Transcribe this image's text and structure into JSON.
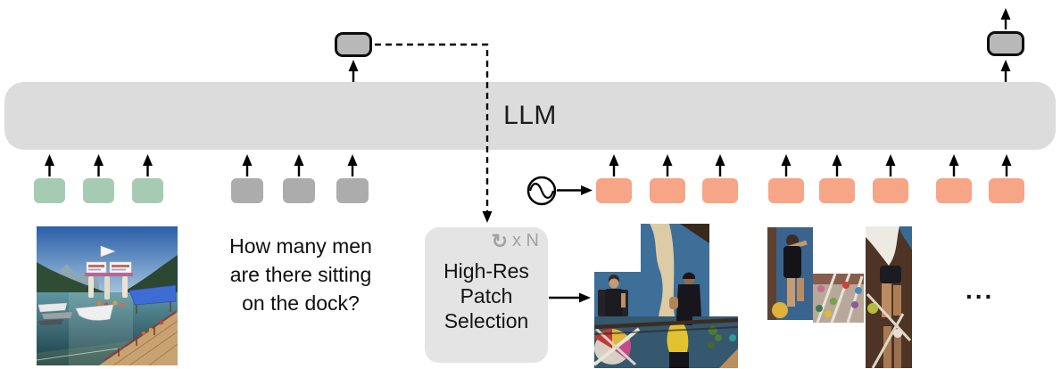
{
  "llm": {
    "label": "LLM"
  },
  "question": {
    "lines": [
      "How many men",
      "are there sitting",
      "on the dock?"
    ]
  },
  "highres_module": {
    "lines": [
      "High-Res",
      "Patch",
      "Selection"
    ],
    "loop_label": "x N"
  },
  "icons": {
    "repeat": "↻"
  },
  "ellipsis": "...",
  "tokens": {
    "groups": [
      {
        "kind": "image",
        "label": "image tokens",
        "count": 3
      },
      {
        "kind": "text",
        "label": "text tokens",
        "count": 3
      },
      {
        "kind": "highres",
        "label": "high-res patch tokens",
        "count": 8
      }
    ]
  },
  "images": {
    "input_image": "photo of boats at a lake dock with blue canopy and flag",
    "patch_group_1": "selected high-res patches: two people sitting on the dock by a curtain",
    "patch_group_2": "selected high-res patches: people near rope netting on the dock"
  },
  "colors": {
    "image_token": "#a6cbb3",
    "text_token": "#acacac",
    "highres_token": "#f6a586",
    "llm_bar": "#dcdcdc",
    "output_token": "#b8b8b8",
    "highres_box": "#e4e4e4",
    "loop_label": "#a2a2a2"
  }
}
